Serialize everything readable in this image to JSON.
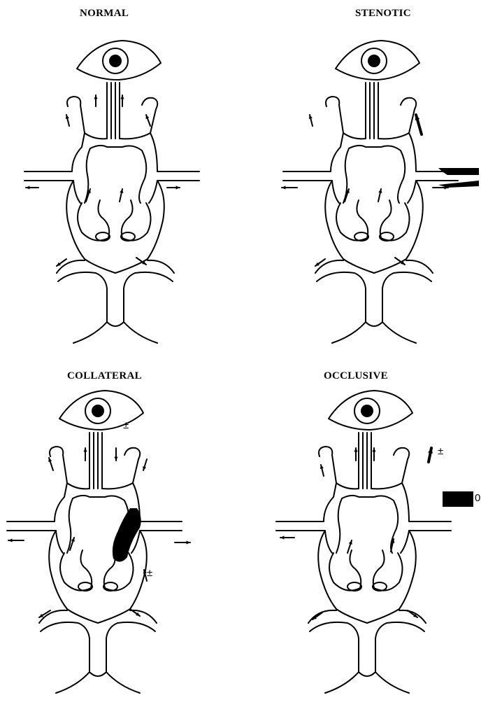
{
  "panels": [
    {
      "key": "normal",
      "title": "NORMAL"
    },
    {
      "key": "stenotic",
      "title": "STENOTIC"
    },
    {
      "key": "collateral",
      "title": "COLLATERAL",
      "annotations": {
        "eye_flow": "±",
        "side_flow": "±"
      }
    },
    {
      "key": "occlusive",
      "title": "OCCLUSIVE",
      "annotations": {
        "side_flow": "±",
        "occluded_flow": "0"
      }
    }
  ],
  "colors": {
    "line": "#000000",
    "fill": "#000000",
    "background": "#ffffff"
  }
}
